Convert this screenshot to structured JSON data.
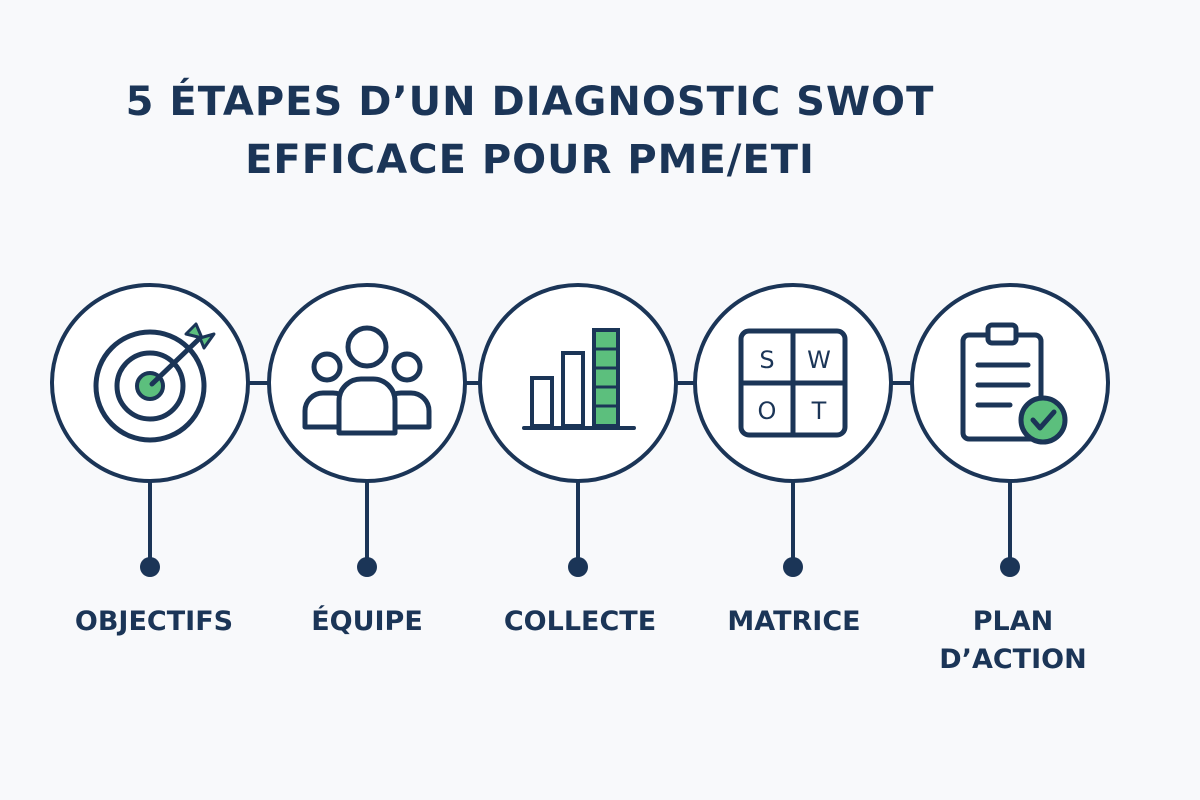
{
  "title": {
    "line1": "5 ÉTAPES D’UN DIAGNOSTIC SWOT",
    "line2": "EFFICACE POUR PME/ETI"
  },
  "colors": {
    "navy": "#1b3557",
    "green": "#5cbf7d",
    "background": "#f8f9fb",
    "circle_fill": "#ffffff"
  },
  "steps": [
    {
      "icon": "target-icon",
      "label_lines": [
        "OBJECTIFS"
      ]
    },
    {
      "icon": "team-icon",
      "label_lines": [
        "ÉQUIPE"
      ]
    },
    {
      "icon": "bar-chart-icon",
      "label_lines": [
        "COLLECTE"
      ]
    },
    {
      "icon": "swot-matrix-icon",
      "label_lines": [
        "MATRICE"
      ],
      "letters": [
        "S",
        "W",
        "O",
        "T"
      ]
    },
    {
      "icon": "clipboard-check-icon",
      "label_lines": [
        "PLAN",
        "D’ACTION"
      ]
    }
  ]
}
